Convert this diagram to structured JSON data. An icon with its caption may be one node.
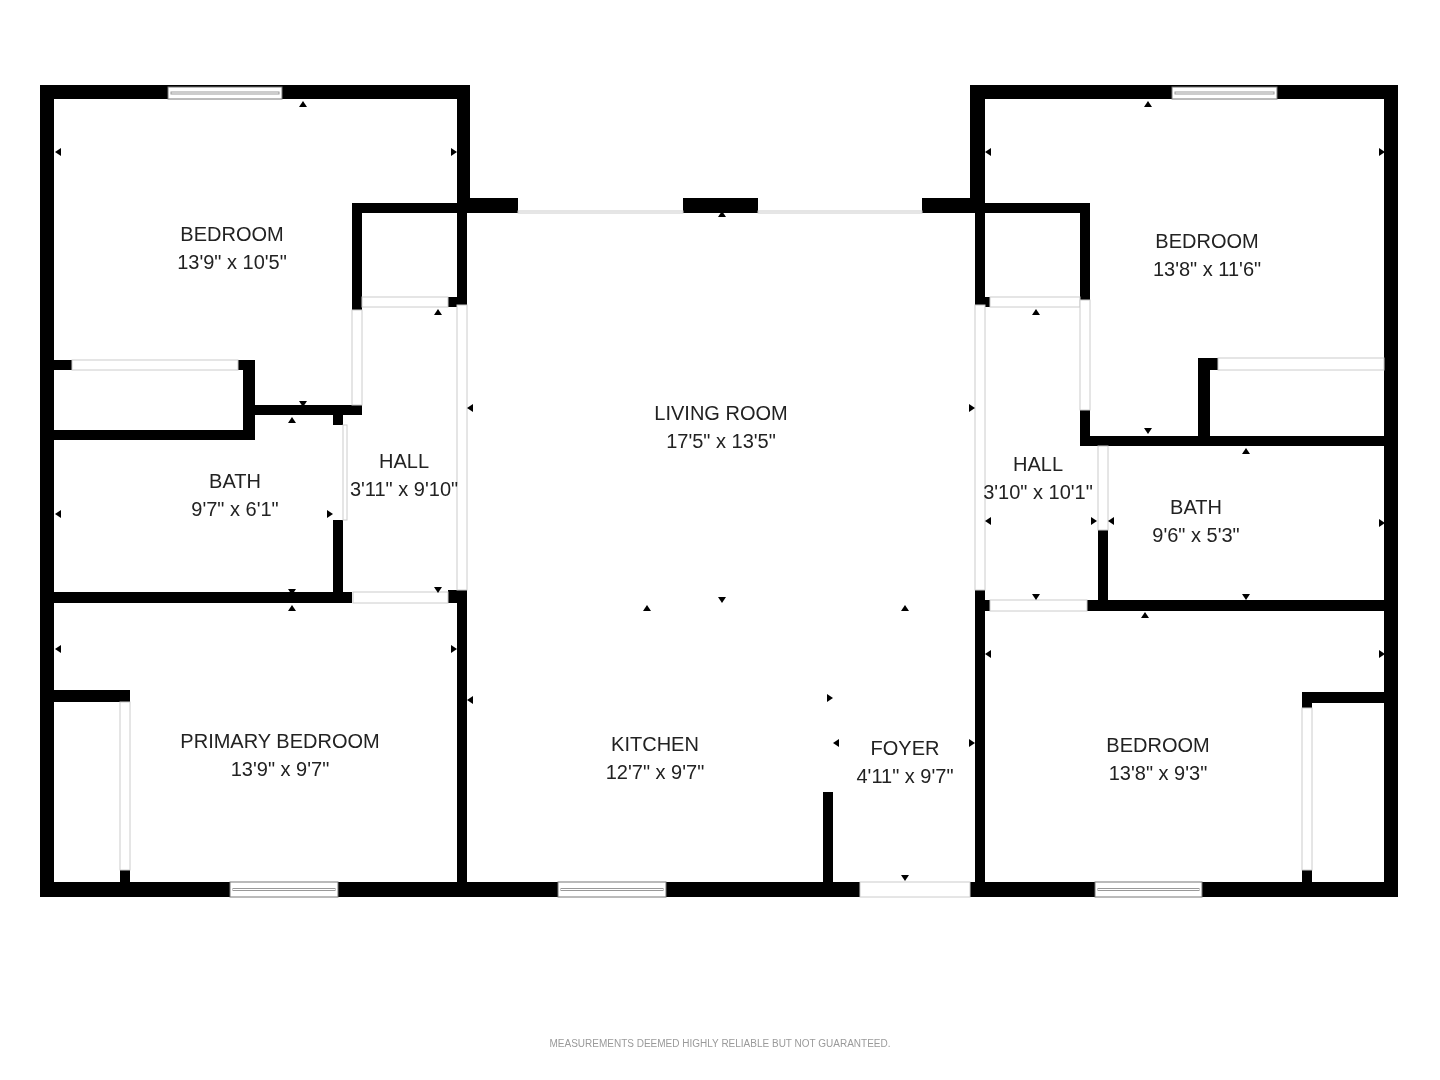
{
  "diagram": {
    "labels": [
      "BEDROOM",
      "13'9\" x 10'5\"",
      "BEDROOM",
      "13'8\" x 11'6\"",
      "LIVING ROOM",
      "17'5\" x 13'5\"",
      "HALL",
      "3'11\" x 9'10\"",
      "BATH",
      "9'7\" x 6'1\"",
      "HALL",
      "3'10\" x 10'1\"",
      "BATH",
      "9'6\" x 5'3\"",
      "PRIMARY BEDROOM",
      "13'9\" x 9'7\"",
      "KITCHEN",
      "12'7\" x 9'7\"",
      "FOYER",
      "4'11\" x 9'7\"",
      "BEDROOM",
      "13'8\" x 9'3\"",
      "MEASUREMENTS DEEMED HIGHLY RELIABLE BUT NOT GUARANTEED."
    ]
  }
}
